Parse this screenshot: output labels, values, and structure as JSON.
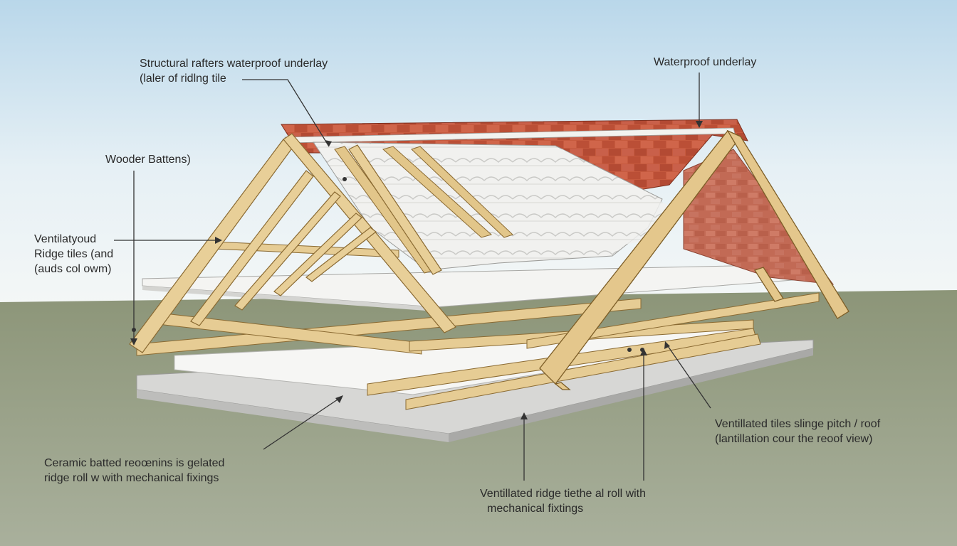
{
  "labels": {
    "structural_rafters": {
      "line1": "Structural rafters waterproof underlay",
      "line2": "(laler of ridlng tile"
    },
    "waterproof_underlay": {
      "line1": "Waterproof underlay"
    },
    "wooden_battens": {
      "line1": "Wooder Battens)"
    },
    "ventilated_ridge": {
      "line1": "Ventilatyoud",
      "line2": "Ridge tiles (and",
      "line3": "(auds col owm)"
    },
    "ceramic": {
      "line1": "Ceramic batted reoœnins is gelated",
      "line2": "ridge roll w with mechanical fixings"
    },
    "ventilated_tiles": {
      "line1": "Ventillated tiles slinge pitch / roof",
      "line2": "(lantillation cour the reoof view)"
    },
    "ventilated_roll": {
      "line1": "Ventillated ridge tiethe al roll with",
      "line2": "mechanical fixtings"
    }
  },
  "colors": {
    "sky": "#eef4f7",
    "ground": "#97a087",
    "timber": "#e4c98e",
    "timber_edge": "#8a6a32",
    "tile_red": "#c2553b",
    "underlay": "#f3f3f1",
    "slab": "#d9d9d9",
    "leader": "#333333"
  }
}
